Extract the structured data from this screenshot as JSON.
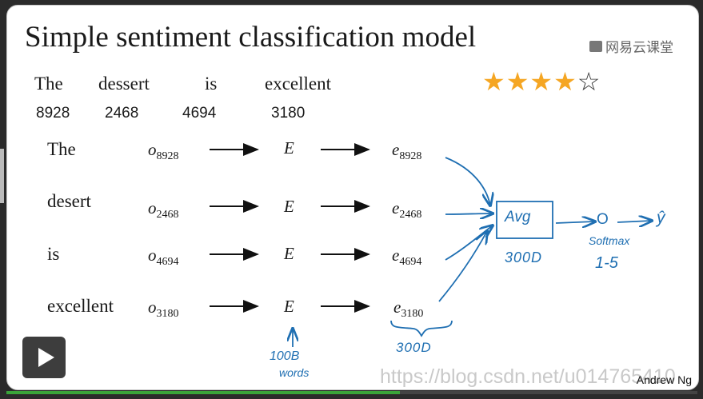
{
  "slide": {
    "title": "Simple sentiment classification model",
    "logo_text": "网易云课堂",
    "sentence": [
      "The",
      "dessert",
      "is",
      "excellent"
    ],
    "indices": [
      "8928",
      "2468",
      "4694",
      "3180"
    ],
    "rating": {
      "filled": 4,
      "total": 5,
      "color": "#f5a623"
    },
    "rows": [
      {
        "word": "The",
        "o_sym": "o",
        "o_sub": "8928",
        "E": "E",
        "e_sym": "e",
        "e_sub": "8928"
      },
      {
        "word": "desert",
        "o_sym": "o",
        "o_sub": "2468",
        "E": "E",
        "e_sym": "e",
        "e_sub": "2468"
      },
      {
        "word": "is",
        "o_sym": "o",
        "o_sub": "4694",
        "E": "E",
        "e_sym": "e",
        "e_sub": "4694"
      },
      {
        "word": "excellent",
        "o_sym": "o",
        "o_sub": "3180",
        "E": "E",
        "e_sym": "e",
        "e_sub": "3180"
      }
    ],
    "handwriting": {
      "avg": "Avg",
      "avg_dim": "300D",
      "brace_dim": "300D",
      "softmax": "Softmax",
      "range": "1-5",
      "yhat": "ŷ",
      "o_label": "O",
      "corpus_line1": "100B",
      "corpus_line2": "words",
      "ink_color": "#1f6fb2"
    },
    "author": "Andrew Ng",
    "watermark": "https://blog.csdn.net/u014765410"
  },
  "player": {
    "progress": 0.57,
    "accent": "#3aa53a"
  }
}
